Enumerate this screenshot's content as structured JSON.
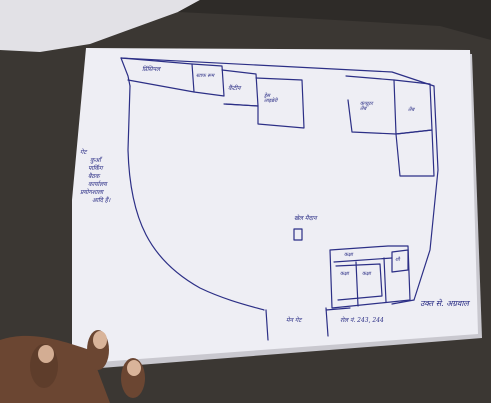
{
  "image_description_free": true,
  "colors": {
    "table": "#3b3733",
    "paper": "#eeeef4",
    "paper_shadow": "#c9c8cf",
    "ink": "#2c2f86",
    "skin": "#6b4632",
    "nail": "#d9b49a"
  },
  "room_labels": {
    "top_left_long": "प्रिंसिपल",
    "top_small": "स्टाफ रूम",
    "top_third": "कैंटीन",
    "top_fourth": "ड्रेस\nलाइब्रेरी",
    "top_right_pair": "कंप्यूटर\nलैब",
    "top_right_end": "लैब"
  },
  "left_note_lines": [
    "गेट",
    "कुआँ",
    "पार्किंग",
    "बैठक",
    "कार्यालय",
    "प्रयोगशाला",
    "आदि हैं।"
  ],
  "center_label": "खेल मैदान",
  "bottom_room_labels": {
    "header": "कक्षा",
    "left": "कक्षा",
    "mid": "कक्षा",
    "right": "शौ"
  },
  "gate_label": "मेन गेट",
  "signature": "उक्त से. अग्रवाल",
  "roll_line": "रोल नं. 243, 244"
}
